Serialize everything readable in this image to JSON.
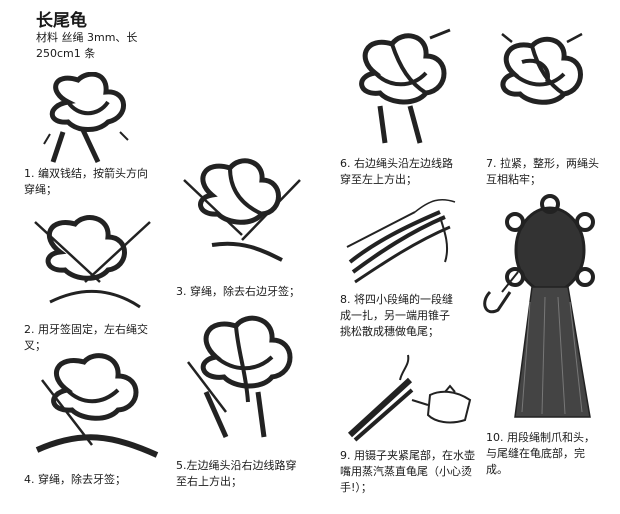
{
  "title": "长尾龟",
  "materials": "材料 丝绳 3mm、长\n250cm1 条",
  "steps": [
    {
      "text": "1. 编双钱结，按箭头方向\n穿绳；"
    },
    {
      "text": "2. 用牙签固定，左右绳交\n叉；"
    },
    {
      "text": "3. 穿绳，除去右边牙签；"
    },
    {
      "text": "4. 穿绳，除去牙签；"
    },
    {
      "text": "5.左边绳头沿右边线路穿\n至右上方出；"
    },
    {
      "text": "6. 右边绳头沿左边线路\n穿至左上方出；"
    },
    {
      "text": "7. 拉紧，整形，两绳头\n互相粘牢；"
    },
    {
      "text": "8. 将四小段绳的一段缝\n成一扎，另一端用锥子\n挑松散成穗做龟尾；"
    },
    {
      "text": "9. 用镊子夹紧尾部，在水壶\n嘴用蒸汽蒸直龟尾（小心烫\n手!）；"
    },
    {
      "text": "10. 用段绳制爪和头，\n与尾缝在龟底部，完\n成。"
    }
  ]
}
